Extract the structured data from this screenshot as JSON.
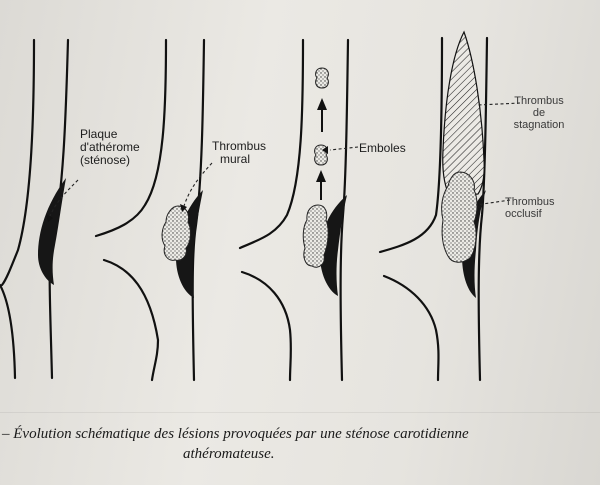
{
  "labels": {
    "plaque": [
      "Plaque",
      "d'athérome",
      "(sténose)"
    ],
    "thrombus_mural": [
      "Thrombus",
      "mural"
    ],
    "emboles": "Emboles",
    "thrombus_stagnation": [
      "Thrombus",
      "de",
      "stagnation"
    ],
    "thrombus_occlusif": [
      "Thrombus",
      "occlusif"
    ]
  },
  "caption": {
    "line1": "– Évolution schématique des lésions provoquées par une sténose carotidienne",
    "line2": "athéromateuse."
  },
  "colors": {
    "ink": "#111111",
    "plaque": "#161616",
    "thrombus_fill": "#e9e7e2"
  }
}
